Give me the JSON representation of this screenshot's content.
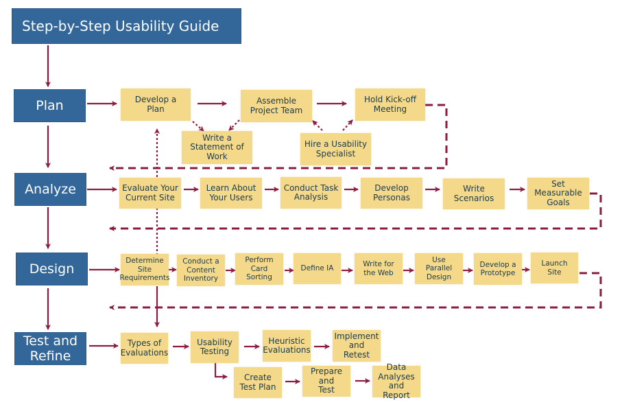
{
  "title": "Step-by-Step Usability Guide",
  "colors": {
    "phase": "#336699",
    "step": "#f4d98a",
    "arrow": "#8b1c3f",
    "step_text": "#1c3a4c"
  },
  "phases": [
    {
      "id": "plan",
      "label": "Plan"
    },
    {
      "id": "analyze",
      "label": "Analyze"
    },
    {
      "id": "design",
      "label": "Design"
    },
    {
      "id": "test",
      "label": "Test and\nRefine"
    }
  ],
  "plan": {
    "steps": [
      "Develop a\nPlan",
      "Assemble\nProject Team",
      "Hold Kick-off\nMeeting"
    ],
    "substeps": [
      "Write a\nStatement of\nWork",
      "Hire a Usability\nSpecialist"
    ]
  },
  "analyze": {
    "steps": [
      "Evaluate Your\nCurrent Site",
      "Learn About\nYour Users",
      "Conduct Task\nAnalysis",
      "Develop\nPersonas",
      "Write\nScenarios",
      "Set\nMeasurable\nGoals"
    ]
  },
  "design": {
    "steps": [
      "Determine\nSite\nRequirements",
      "Conduct a\nContent\nInventory",
      "Perform\nCard\nSorting",
      "Define IA",
      "Write for\nthe Web",
      "Use\nParallel\nDesign",
      "Develop a\nPrototype",
      "Launch\nSite"
    ]
  },
  "test": {
    "steps": [
      "Types of\nEvaluations",
      "Usability\nTesting",
      "Heuristic\nEvaluations",
      "Implement\nand\nRetest"
    ],
    "substeps": [
      "Create\nTest Plan",
      "Prepare\nand\nTest",
      "Data\nAnalyses\nand Report"
    ]
  }
}
